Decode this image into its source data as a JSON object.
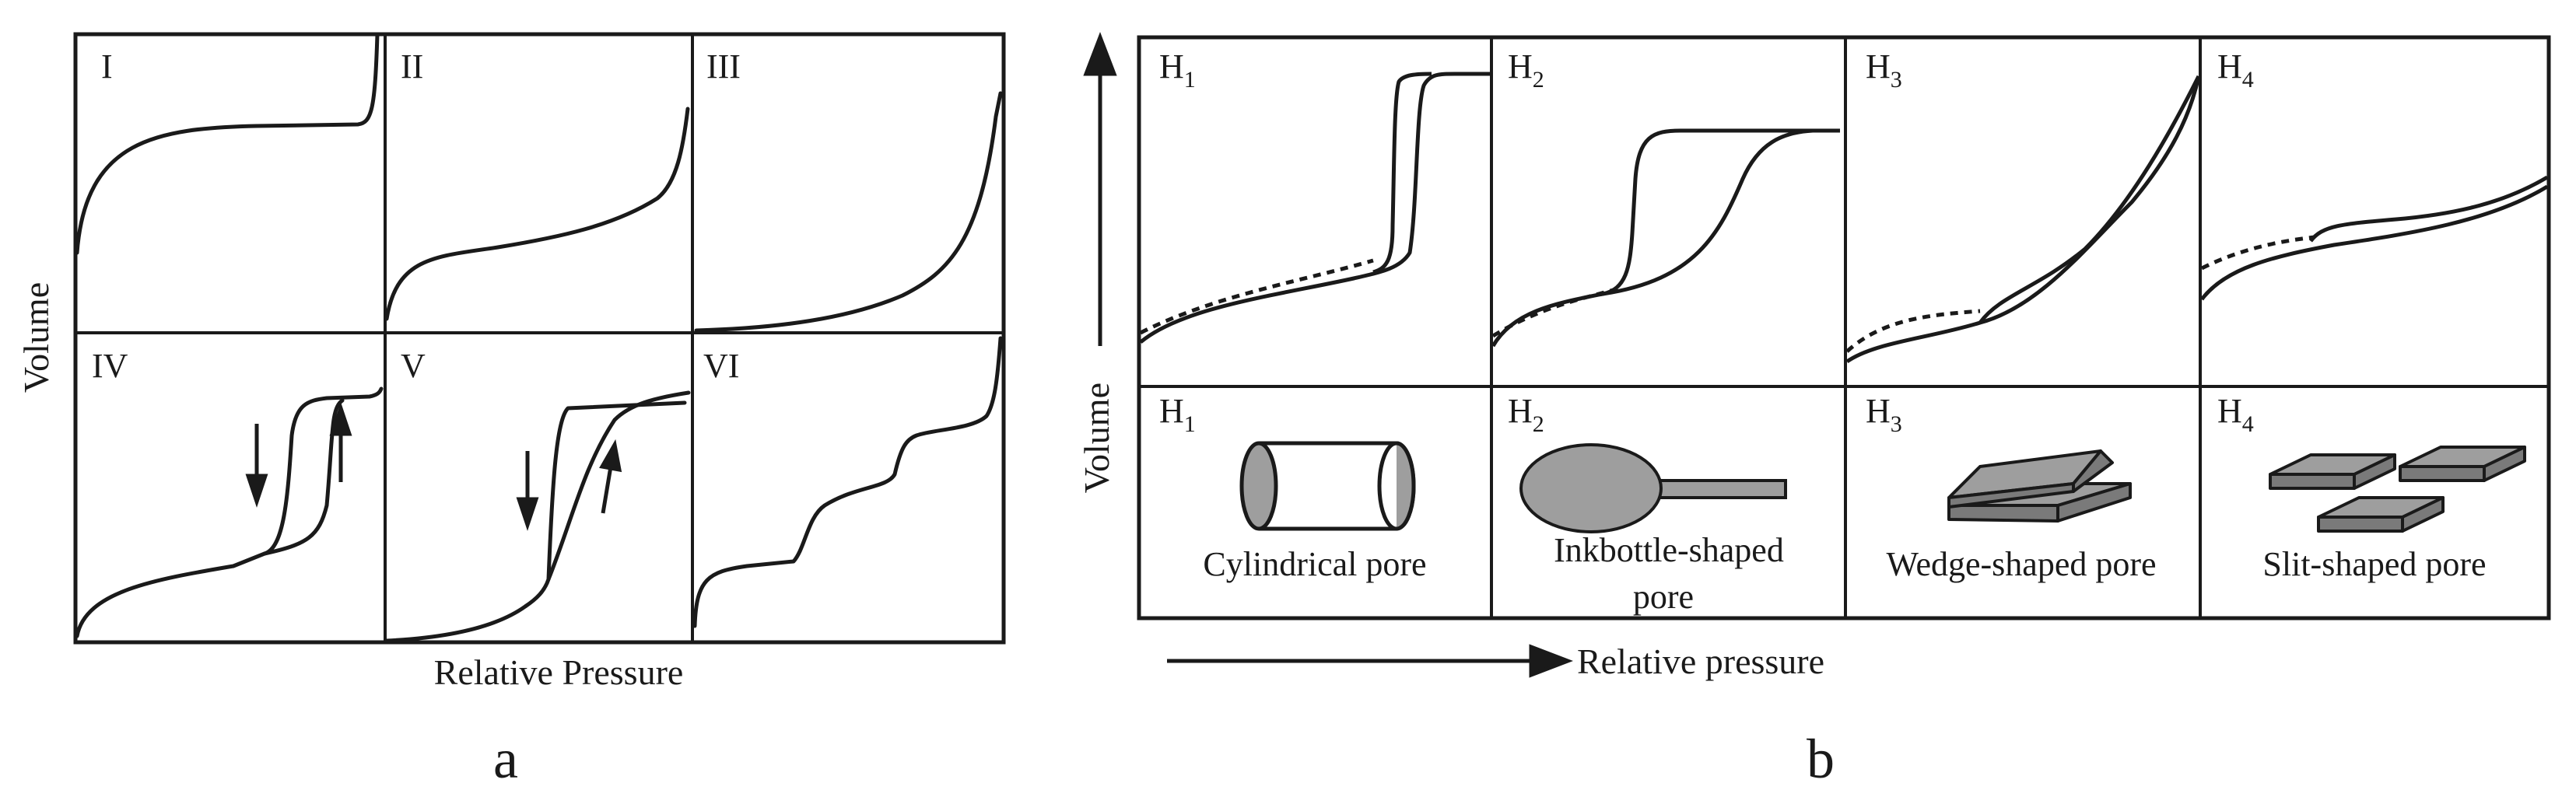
{
  "panel_a": {
    "label": "a",
    "y_axis_label": "Volume",
    "x_axis_label": "Relative Pressure",
    "cells": [
      {
        "roman": "I"
      },
      {
        "roman": "II"
      },
      {
        "roman": "III"
      },
      {
        "roman": "IV"
      },
      {
        "roman": "V"
      },
      {
        "roman": "VI"
      }
    ]
  },
  "panel_b": {
    "label": "b",
    "y_axis_label": "Volume",
    "x_axis_label": "Relative pressure",
    "columns": [
      {
        "h": "H",
        "sub": "1",
        "pore": [
          "Cylindrical pore"
        ]
      },
      {
        "h": "H",
        "sub": "2",
        "pore": [
          "Inkbottle-shaped",
          "pore"
        ]
      },
      {
        "h": "H",
        "sub": "3",
        "pore": [
          "Wedge-shaped pore"
        ]
      },
      {
        "h": "H",
        "sub": "4",
        "pore": [
          "Slit-shaped pore"
        ]
      }
    ]
  },
  "colors": {
    "line": "#1a1a1a",
    "pore_fill": "#9e9e9e",
    "pore_fill_dark": "#7a7a7a"
  }
}
